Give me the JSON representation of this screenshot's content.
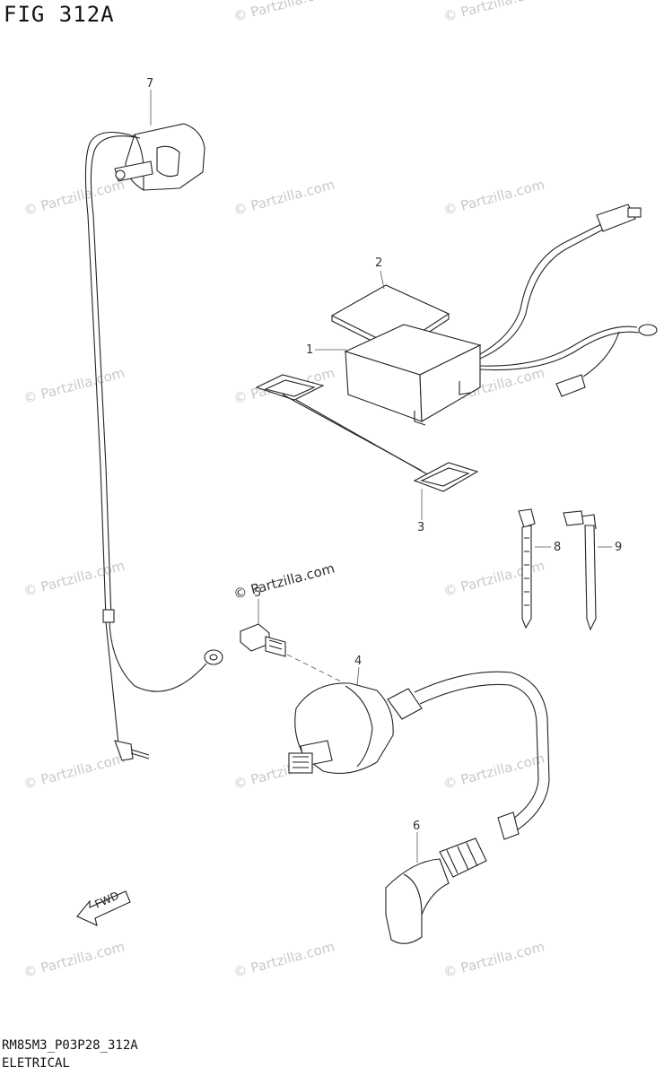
{
  "figure": {
    "title": "FIG 312A",
    "code": "RM85M3_P03P28_312A",
    "name": "ELETRICAL"
  },
  "watermark": {
    "text": "© Partzilla.com"
  },
  "callouts": [
    {
      "id": "1"
    },
    {
      "id": "2"
    },
    {
      "id": "3"
    },
    {
      "id": "4"
    },
    {
      "id": "5"
    },
    {
      "id": "6"
    },
    {
      "id": "7"
    },
    {
      "id": "8"
    },
    {
      "id": "9"
    }
  ],
  "fwd_label": "FWD"
}
